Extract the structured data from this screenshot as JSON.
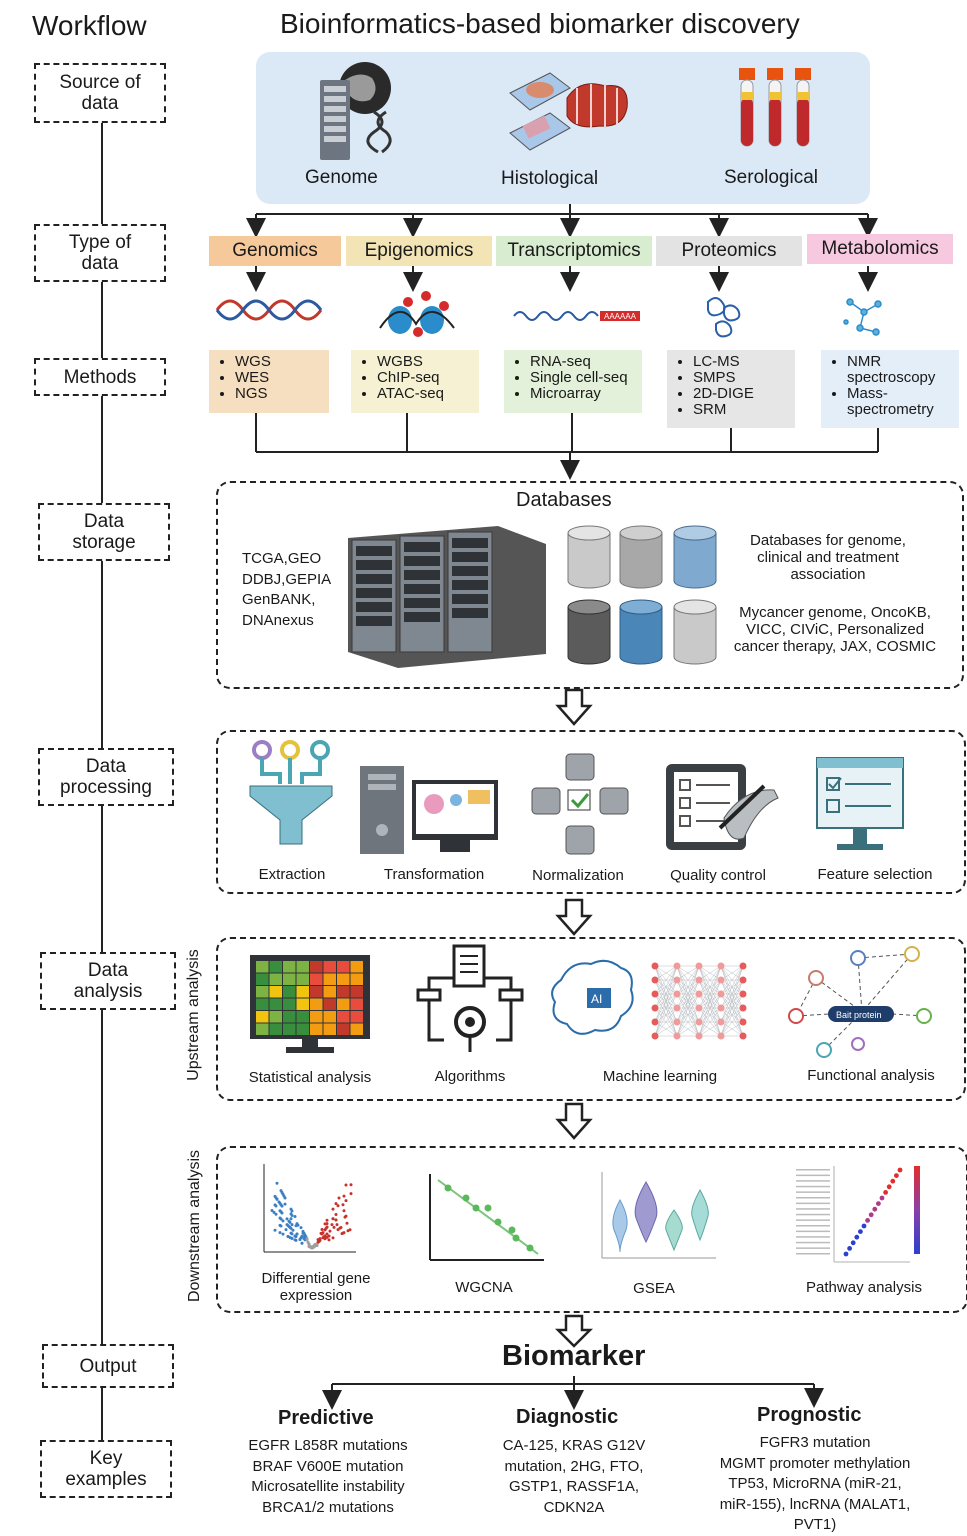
{
  "workflow_title": "Workflow",
  "main_title": "Bioinformatics-based biomarker discovery",
  "workflow_steps": {
    "source": "Source of\ndata",
    "type": "Type of\ndata",
    "methods": "Methods",
    "storage": "Data\nstorage",
    "processing": "Data\nprocessing",
    "analysis": "Data\nanalysis",
    "output": "Output",
    "examples": "Key\nexamples"
  },
  "sources": [
    "Genome",
    "Histological",
    "Serological"
  ],
  "data_types": [
    {
      "label": "Genomics",
      "color": "#f6c99a"
    },
    {
      "label": "Epigenomics",
      "color": "#f3e4b5"
    },
    {
      "label": "Transcriptomics",
      "color": "#d8ecd0"
    },
    {
      "label": "Proteomics",
      "color": "#e3e3e3"
    },
    {
      "label": "Metabolomics",
      "color": "#f6c9e0"
    }
  ],
  "methods": [
    {
      "items": [
        "WGS",
        "WES",
        "NGS"
      ],
      "color": "#f6dec0"
    },
    {
      "items": [
        "WGBS",
        "ChIP-seq",
        "ATAC-seq"
      ],
      "color": "#f6f1d2"
    },
    {
      "items": [
        "RNA-seq",
        "Single cell-seq",
        "Microarray"
      ],
      "color": "#e3f1da"
    },
    {
      "items": [
        "LC-MS",
        "SMPS",
        "2D-DIGE",
        "SRM"
      ],
      "color": "#e6e6e6"
    },
    {
      "items": [
        "NMR\nspectroscopy",
        "Mass-\nspectrometry"
      ],
      "color": "#e3eef8"
    }
  ],
  "databases": {
    "title": "Databases",
    "left_list": [
      "TCGA,GEO",
      "DDBJ,GEPIA",
      "GenBANK,",
      "DNAnexus"
    ],
    "right_heading": "Databases for genome,\nclinical and treatment\nassociation",
    "right_list": "Mycancer genome, OncoKB,\nVICC, CIViC, Personalized\ncancer therapy, JAX, COSMIC"
  },
  "processing_steps": [
    "Extraction",
    "Transformation",
    "Normalization",
    "Quality control",
    "Feature selection"
  ],
  "upstream_label": "Upstream analysis",
  "upstream_steps": [
    "Statistical analysis",
    "Algorithms",
    "Machine learning",
    "Functional analysis"
  ],
  "ml_badge": "AI",
  "bait_label": "Bait protein",
  "downstream_label": "Downstream analysis",
  "downstream_steps": [
    "Differential gene\nexpression",
    "WGCNA",
    "GSEA",
    "Pathway analysis"
  ],
  "biomarker": "Biomarker",
  "categories": [
    {
      "title": "Predictive",
      "examples": "EGFR L858R mutations\nBRAF V600E mutation\nMicrosatellite instability\nBRCA1/2 mutations"
    },
    {
      "title": "Diagnostic",
      "examples": "CA-125, KRAS G12V\nmutation, 2HG, FTO,\nGSTP1, RASSF1A,\nCDKN2A"
    },
    {
      "title": "Prognostic",
      "examples": "FGFR3 mutation\nMGMT promoter methylation\nTP53, MicroRNA (miR-21,\nmiR-155), lncRNA (MALAT1,\nPVT1)"
    }
  ]
}
